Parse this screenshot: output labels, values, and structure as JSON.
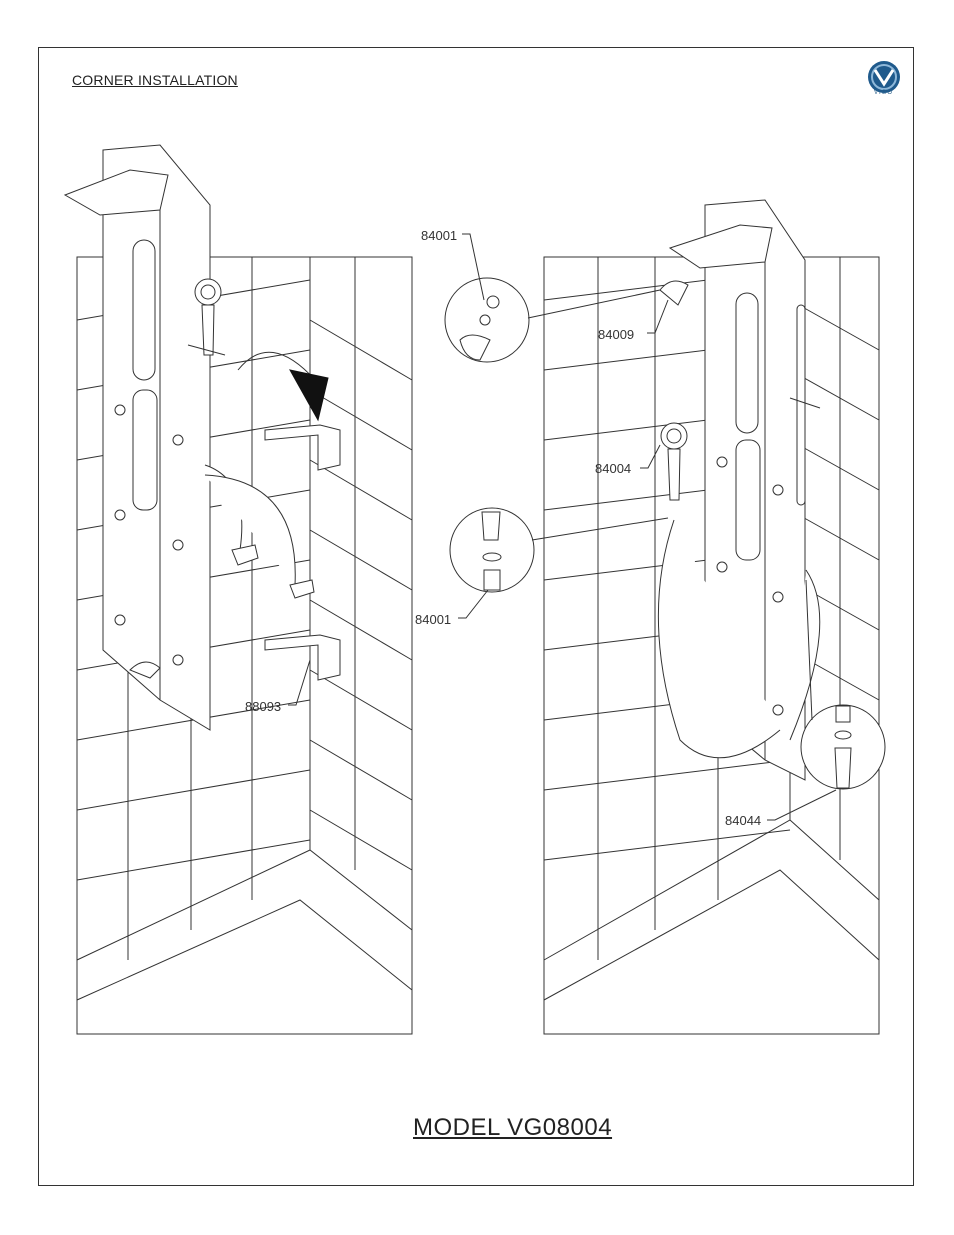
{
  "heading": "CORNER INSTALLATION",
  "logo": {
    "text": "VIGO",
    "color": "#1f5a8c"
  },
  "model": "MODEL VG08004",
  "parts": {
    "left_top_ring": "84001",
    "showerhead": "84009",
    "handheld": "84004",
    "left_bottom_ring": "84001",
    "bracket": "88093",
    "inlet_hose": "84044"
  }
}
